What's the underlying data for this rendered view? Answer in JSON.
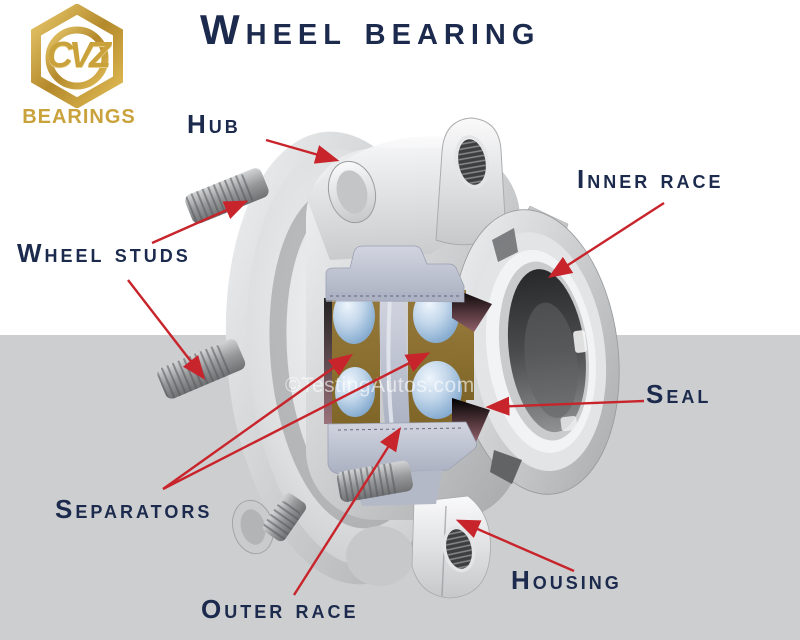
{
  "title": "Wheel bearing",
  "logo": {
    "brand": "CVZ",
    "name": "BEARINGS"
  },
  "watermark": "©TestingAutos.com",
  "labels": {
    "hub": "Hub",
    "inner_race": "Inner race",
    "wheel_studs": "Wheel studs",
    "seal": "Seal",
    "separators": "Separators",
    "outer_race": "Outer race",
    "housing": "Housing"
  },
  "colors": {
    "label_navy": "#1b2a4d",
    "arrow_red": "#c8242b",
    "logo_gold": "#c9a23c",
    "band_gray": "#cdcecf",
    "cage_tan": "#8a6d33",
    "race_lavender": "#c3c7d4",
    "ball_blue": "#a9c7e4"
  },
  "diagram": {
    "type": "labeled-diagram",
    "subject": "Wheel bearing cutaway",
    "parts": [
      "Hub",
      "Inner race",
      "Wheel studs",
      "Seal",
      "Separators",
      "Outer race",
      "Housing"
    ]
  }
}
